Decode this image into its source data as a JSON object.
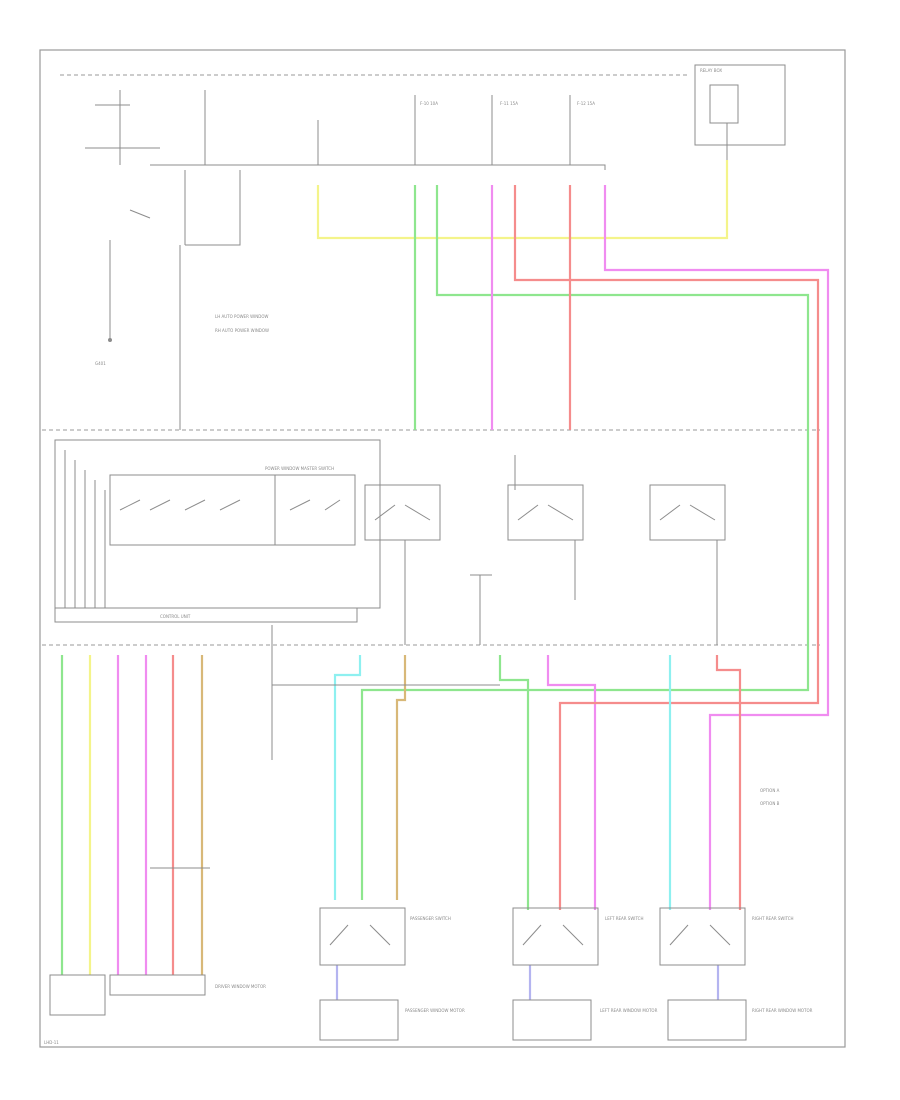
{
  "figure_id": "LHD-11",
  "colors": {
    "frame": "#9a9a9a",
    "wire_yellow": "#f4f48a",
    "wire_green": "#8ee68e",
    "wire_pink": "#f08cf0",
    "wire_red": "#f58c8c",
    "wire_cyan": "#8ef0f0",
    "wire_tan": "#d8b878",
    "wire_violet": "#b4b4f0"
  },
  "labels": {
    "top_fuse_left": "F-10 10A",
    "top_fuse_mid": "F-11 15A",
    "top_fuse_right": "F-12 15A",
    "relay_box_title": "RELAY BOX",
    "legend_1": "LH AUTO POWER WINDOW",
    "legend_2": "RH AUTO POWER WINDOW",
    "ground_label": "G401",
    "master_switch": "POWER WINDOW MASTER SWITCH",
    "control_unit": "CONTROL UNIT",
    "pass_switch": "PASSENGER SWITCH",
    "left_rear_switch": "LEFT REAR SWITCH",
    "right_rear_switch": "RIGHT REAR SWITCH",
    "driver_motor": "DRIVER WINDOW MOTOR",
    "pass_motor": "PASSENGER WINDOW MOTOR",
    "left_rear_motor": "LEFT REAR WINDOW MOTOR",
    "right_rear_motor": "RIGHT REAR WINDOW MOTOR",
    "option_1": "OPTION A",
    "option_2": "OPTION B"
  }
}
